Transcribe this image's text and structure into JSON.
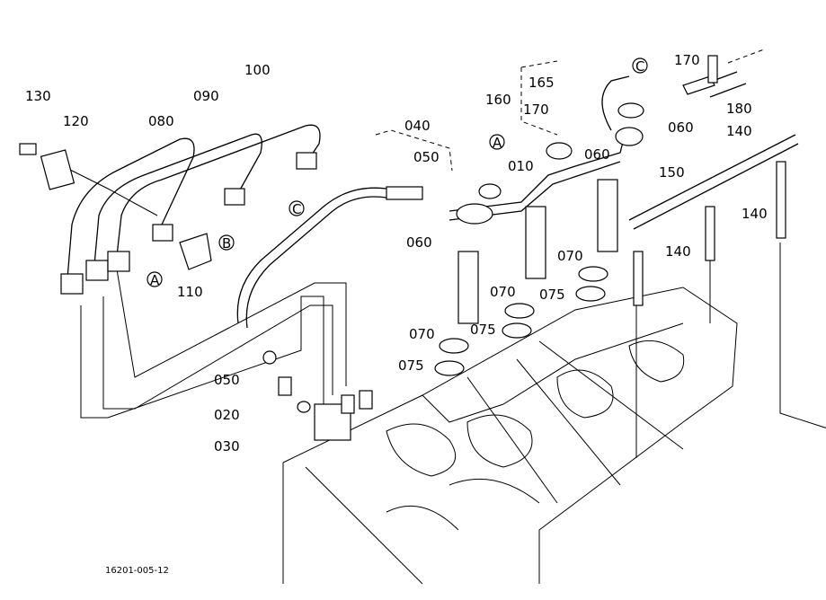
{
  "diagram": {
    "part_labels": {
      "p130": "130",
      "p120": "120",
      "p080": "080",
      "p090": "090",
      "p100": "100",
      "p040": "040",
      "p050a": "050",
      "p010": "010",
      "p060a": "060",
      "p060b": "060",
      "p060c": "060",
      "p165": "165",
      "p160": "160",
      "p170a": "170",
      "p170b": "170",
      "p180": "180",
      "p140a": "140",
      "p150": "150",
      "p140b": "140",
      "p140c": "140",
      "p070a": "070",
      "p070b": "070",
      "p070c": "070",
      "p075a": "075",
      "p075b": "075",
      "p075c": "075",
      "p050b": "050",
      "p020": "020",
      "p030": "030",
      "p110": "110"
    },
    "reference_markers": {
      "a1": "A",
      "a2": "A",
      "b1": "B",
      "c1": "C",
      "c2": "C"
    },
    "drawing_code": "16201-005-12"
  }
}
